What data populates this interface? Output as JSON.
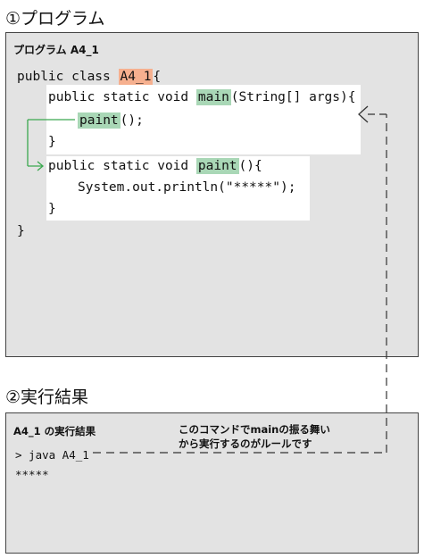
{
  "section1": {
    "heading": "①プログラム"
  },
  "program": {
    "title": "プログラム A4_1",
    "line1_prefix": "public class ",
    "class_name": "A4_1",
    "line1_suffix": "{",
    "main_prefix": "public static void ",
    "main_name": "main",
    "main_suffix": "(String[] args){",
    "call_name": "paint",
    "call_suffix": "();",
    "close_brace": "}",
    "paint_prefix": "public static void ",
    "paint_name": "paint",
    "paint_suffix": "(){",
    "println": "System.out.println(\"*****\");",
    "close_brace2": "}",
    "outer_close": "}"
  },
  "section2": {
    "heading": "②実行結果"
  },
  "result": {
    "title": "A4_1 の実行結果",
    "command": "> java A4_1",
    "output": "*****",
    "note_line1": "このコマンドでmainの振る舞い",
    "note_line2": "から実行するのがルールです"
  },
  "colors": {
    "panel_bg": "#e3e3e3",
    "orange_highlight": "#f6b08f",
    "green_highlight": "#a9d7b6",
    "arrow_green": "#3aa84f"
  }
}
